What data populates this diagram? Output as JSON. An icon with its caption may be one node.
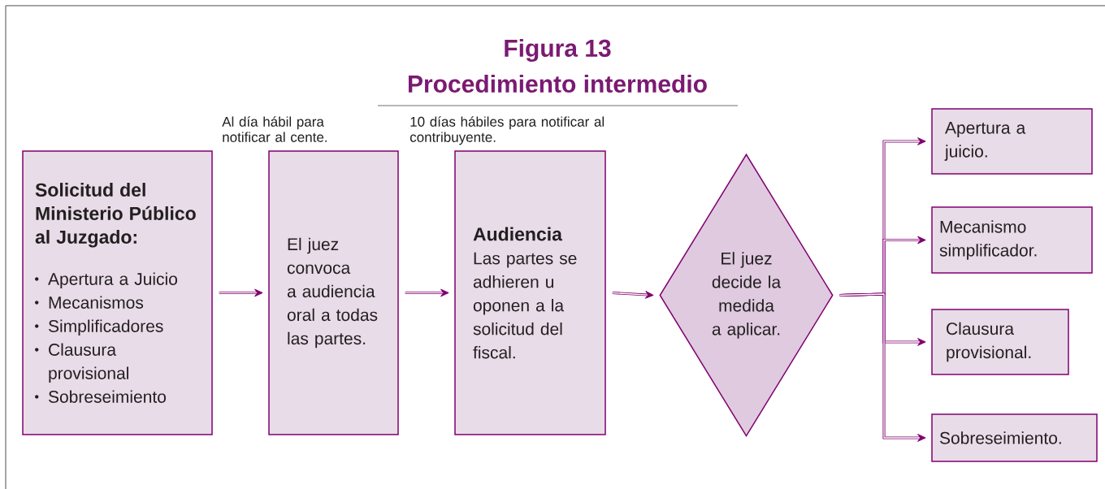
{
  "diagram": {
    "title": "Figura 13",
    "nodes": [
      {
        "text": [
          "Solicitud del Ministerio Público al Juzgado:",
          "Apertura a Juicio",
          "Mecanismos",
          "Simplificadores",
          "Clausura provisional",
          "Sobreseimiento"
        ]
      },
      {
        "text": [
          "El juez convoca a audiencia oral  a todas las partes."
        ],
        "beside": [
          "Al día hábil para notificar al cente."
        ]
      },
      {
        "text": [
          "Audiencia",
          "Las partes se adhieren u oponen a la solicitud del fiscal."
        ],
        "beside": [
          "10 días hábiles para notificar al contribuyente."
        ]
      },
      {
        "text": [
          "El juez decide la medida a aplicar."
        ]
      },
      {
        "text": [
          "Apertura a juicio."
        ]
      },
      {
        "text": [
          "Mecanismo simplificador."
        ]
      },
      {
        "text": [
          "Clausura provisional."
        ]
      },
      {
        "text": [
          "Sobreseimiento."
        ]
      }
    ],
    "edges": [
      {
        "from": 0,
        "to": 1,
        "arrow": "to"
      },
      {
        "from": 1,
        "to": 2,
        "arrow": "to"
      },
      {
        "from": 2,
        "to": 3,
        "arrow": "to"
      },
      {
        "from": 3,
        "to": 4,
        "arrow": "to"
      },
      {
        "from": 3,
        "to": 5,
        "arrow": "to"
      },
      {
        "from": 3,
        "to": 6,
        "arrow": "to"
      },
      {
        "from": 3,
        "to": 7,
        "arrow": "to"
      }
    ],
    "labels": [
      "Procedimiento intermedio"
    ]
  }
}
